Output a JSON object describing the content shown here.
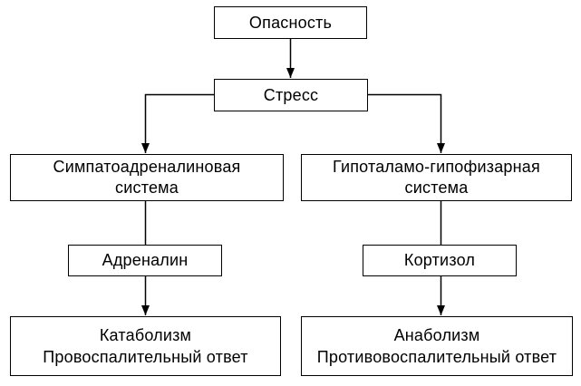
{
  "nodes": {
    "danger": {
      "label": "Опасность"
    },
    "stress": {
      "label": "Стресс"
    },
    "sympathoadrenal_system": {
      "line1": "Симпатоадреналиновая",
      "line2": "система"
    },
    "hypothalamic_pituitary_system": {
      "line1": "Гипоталамо-гипофизарная",
      "line2": "система"
    },
    "adrenaline": {
      "label": "Адреналин"
    },
    "cortisol": {
      "label": "Кортизол"
    },
    "catabolism": {
      "line1": "Катаболизм",
      "line2": "Провоспалительный ответ"
    },
    "anabolism": {
      "line1": "Анаболизм",
      "line2": "Противовоспалительный ответ"
    }
  },
  "colors": {
    "line": "#000000",
    "box_background": "#ffffff",
    "text": "#000000",
    "page_background": "#ffffff"
  }
}
